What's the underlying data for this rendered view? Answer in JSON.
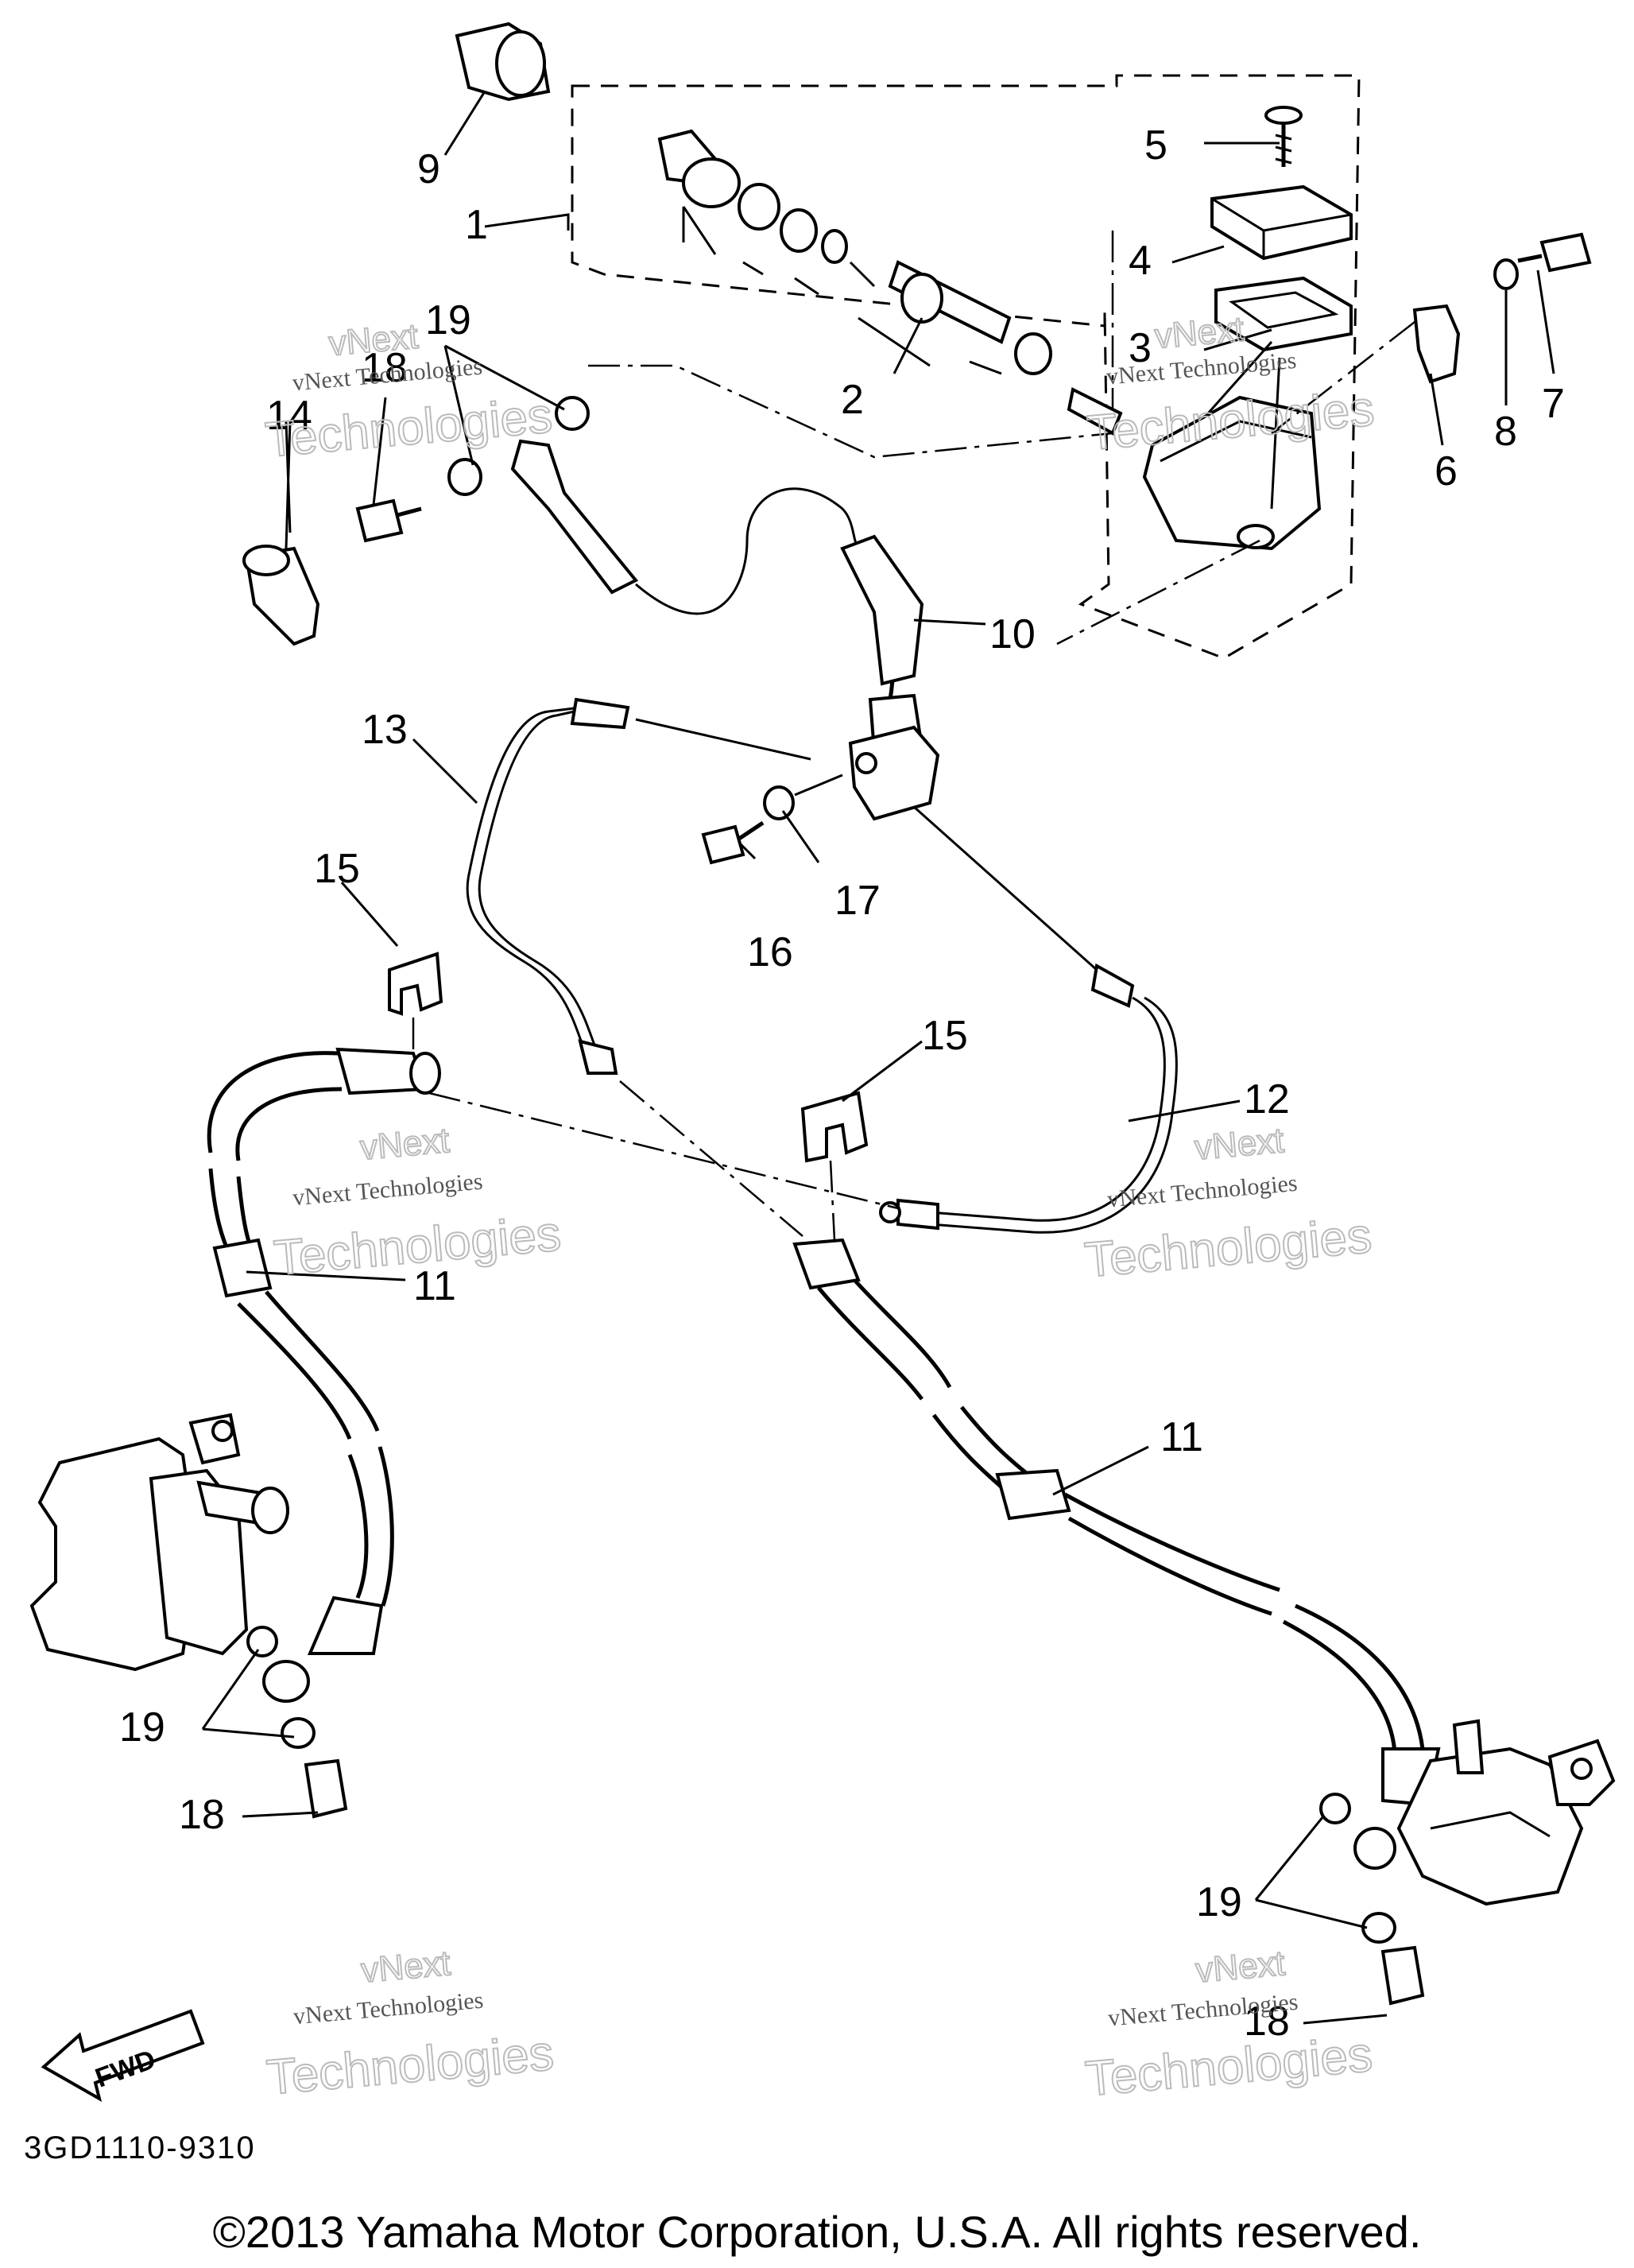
{
  "callouts": {
    "c1": "1",
    "c2": "2",
    "c3": "3",
    "c4": "4",
    "c5": "5",
    "c6": "6",
    "c7": "7",
    "c8": "8",
    "c9": "9",
    "c10": "10",
    "c11a": "11",
    "c11b": "11",
    "c12": "12",
    "c13": "13",
    "c14": "14",
    "c15a": "15",
    "c15b": "15",
    "c16": "16",
    "c17": "17",
    "c18a": "18",
    "c18b": "18",
    "c18c": "18",
    "c19a": "19",
    "c19b": "19",
    "c19c": "19"
  },
  "watermark": {
    "line1": "vNext Technologies",
    "big1": "vNext",
    "big2": "Technologies"
  },
  "fwd_label": "FWD",
  "diagram_code": "3GD1110-9310",
  "copyright": "©2013 Yamaha Motor Corporation, U.S.A. All rights reserved."
}
